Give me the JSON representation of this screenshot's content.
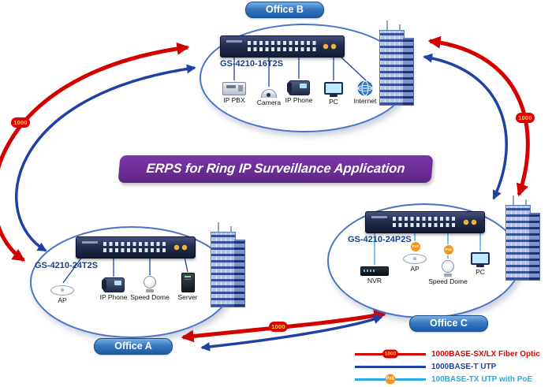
{
  "banner": {
    "title": "ERPS for Ring IP Surveillance Application",
    "bg_color": "#6a2c91"
  },
  "offices": {
    "b": {
      "label": "Office B",
      "switch_model": "GS-4210-16T2S",
      "devices": [
        "IP PBX",
        "Camera",
        "IP Phone",
        "PC",
        "Internet"
      ]
    },
    "a": {
      "label": "Office A",
      "switch_model": "GS-4210-24T2S",
      "devices": [
        "AP",
        "IP Phone",
        "Speed Dome",
        "Server"
      ]
    },
    "c": {
      "label": "Office C",
      "switch_model": "GS-4210-24P2S",
      "devices": [
        "NVR",
        "AP",
        "Speed Dome",
        "PC"
      ]
    }
  },
  "ring": {
    "speed_badges": [
      "1000",
      "1000",
      "1000"
    ],
    "poe_badge": "PoE",
    "colors": {
      "fiber_optic": "#d40000",
      "utp": "#1f41a3",
      "poe_utp": "#29abe2"
    }
  },
  "legend": {
    "items": [
      {
        "label": "1000BASE-SX/LX Fiber Optic",
        "badge": "1000",
        "color": "#e60000"
      },
      {
        "label": "1000BASE-T UTP",
        "badge": "",
        "color": "#1f41a3"
      },
      {
        "label": "100BASE-TX UTP with PoE",
        "badge": "PoE",
        "color": "#29abe2"
      }
    ]
  }
}
